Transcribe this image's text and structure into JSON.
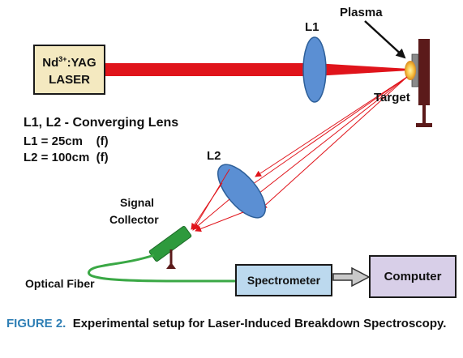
{
  "laser": {
    "line1_prefix": "Nd",
    "line1_sup": "3+",
    "line1_suffix": ":YAG",
    "line2": "LASER"
  },
  "labels": {
    "lens1": "L1",
    "lens2": "L2",
    "plasma": "Plasma",
    "target": "Target",
    "signal_line1": "Signal",
    "signal_line2": "Collector",
    "optical_fiber": "Optical Fiber"
  },
  "legend": {
    "title": "L1, L2 - Converging Lens",
    "line1": "L1 = 25cm    (f)",
    "line2": "L2 = 100cm  (f)"
  },
  "boxes": {
    "spectrometer": "Spectrometer",
    "computer": "Computer"
  },
  "caption": {
    "label": "FIGURE 2.",
    "text": "Experimental setup for Laser-Induced Breakdown Spectroscopy."
  },
  "colors": {
    "beam": "#e0141b",
    "lens": "#5b8fd3",
    "lens_stroke": "#2d5f99",
    "laser_box": "#f4e9c0",
    "spectrometer_box": "#bcd9ee",
    "computer_box": "#d8cfe8",
    "collector": "#2e9a3d",
    "fiber": "#3aa845",
    "target": "#5b1a1a",
    "plasma": "#f3b53a",
    "caption_label": "#2f7fb5"
  }
}
